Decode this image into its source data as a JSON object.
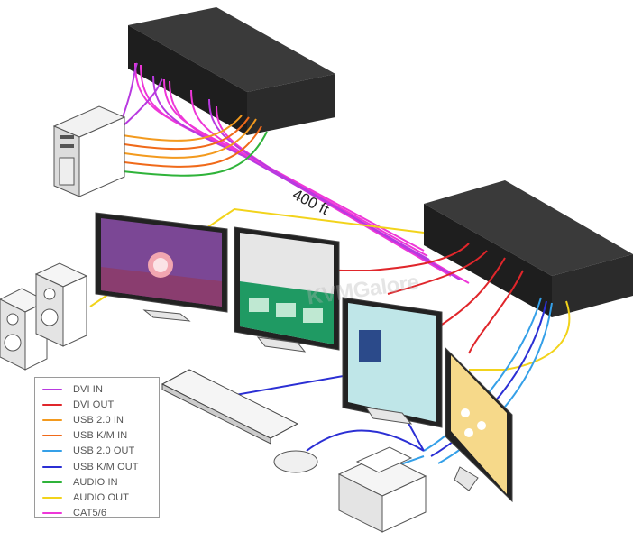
{
  "distance_label": "400 ft",
  "watermark": "KVMGalore",
  "legend": [
    {
      "label": "DVI IN",
      "color": "#b83ae0"
    },
    {
      "label": "DVI OUT",
      "color": "#e0262b"
    },
    {
      "label": "USB 2.0 IN",
      "color": "#f39a1e"
    },
    {
      "label": "USB K/M IN",
      "color": "#f06a1a"
    },
    {
      "label": "USB 2.0 OUT",
      "color": "#35a0e8"
    },
    {
      "label": "USB K/M OUT",
      "color": "#2b2fd4"
    },
    {
      "label": "AUDIO IN",
      "color": "#2fb33a"
    },
    {
      "label": "AUDIO OUT",
      "color": "#f2d31b"
    },
    {
      "label": "CAT5/6",
      "color": "#ee37d8"
    }
  ]
}
